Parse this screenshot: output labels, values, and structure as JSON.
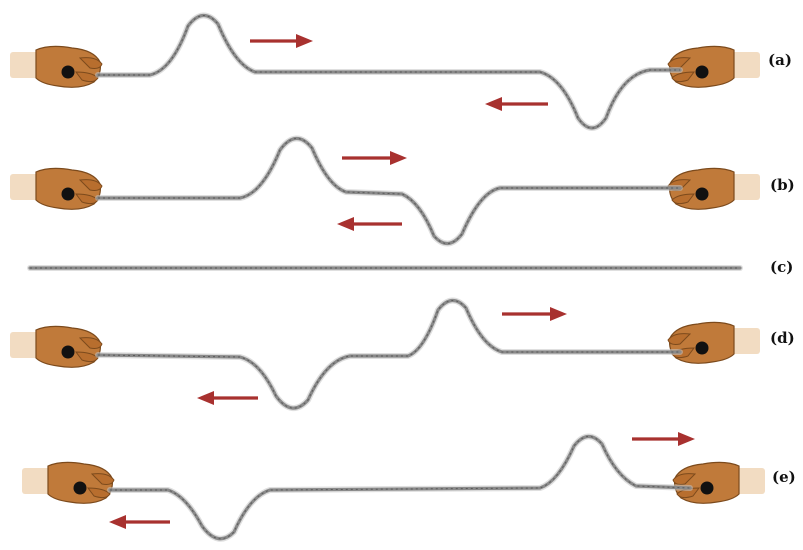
{
  "panels": [
    {
      "label": "(a)",
      "pulses": [
        {
          "type": "crest"
        },
        {
          "type": "trough"
        }
      ],
      "arrows": [
        "right",
        "left"
      ],
      "hands": true
    },
    {
      "label": "(b)",
      "pulses": [
        {
          "type": "crest"
        },
        {
          "type": "trough"
        }
      ],
      "arrows": [
        "right",
        "left"
      ],
      "hands": true
    },
    {
      "label": "(c)",
      "pulses": [],
      "arrows": [],
      "hands": false
    },
    {
      "label": "(d)",
      "pulses": [
        {
          "type": "trough"
        },
        {
          "type": "crest"
        }
      ],
      "arrows": [
        "left",
        "right"
      ],
      "hands": true
    },
    {
      "label": "(e)",
      "pulses": [
        {
          "type": "trough"
        },
        {
          "type": "crest"
        }
      ],
      "arrows": [
        "left",
        "right"
      ],
      "hands": true
    }
  ],
  "colors": {
    "rope": "#8a8a8a",
    "arrow": "#a8312f",
    "hand": "#c07a3a",
    "sleeve": "#f2dcc2"
  },
  "icons": {
    "hand": "gripping-hand-icon",
    "arrow": "direction-arrow-icon"
  }
}
